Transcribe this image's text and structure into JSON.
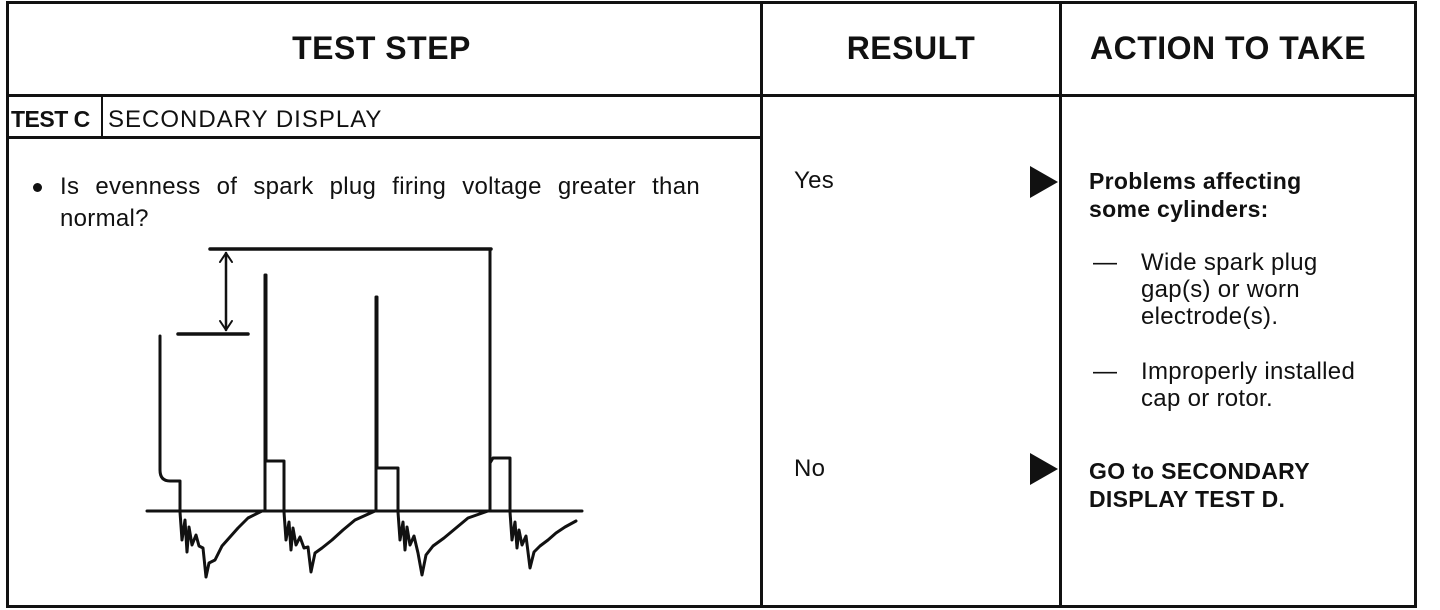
{
  "table": {
    "headers": {
      "test_step": "TEST STEP",
      "result": "RESULT",
      "action": "ACTION TO TAKE"
    },
    "test": {
      "label": "TEST C",
      "name": "SECONDARY DISPLAY"
    },
    "question": "Is evenness of spark plug firing voltage greater than normal?",
    "diagram": {
      "icon": "oscilloscope-secondary-waveform-diagram"
    },
    "rows": [
      {
        "result": "Yes",
        "action_title": "Problems affecting some cylinders:",
        "action_items": [
          "Wide spark plug gap(s) or worn electrode(s).",
          "Improperly installed cap or rotor."
        ]
      },
      {
        "result": "No",
        "action_title": "GO to SECONDARY DISPLAY TEST D."
      }
    ],
    "dash_glyph": "—"
  },
  "colors": {
    "ink": "#111111",
    "paper": "#ffffff"
  }
}
